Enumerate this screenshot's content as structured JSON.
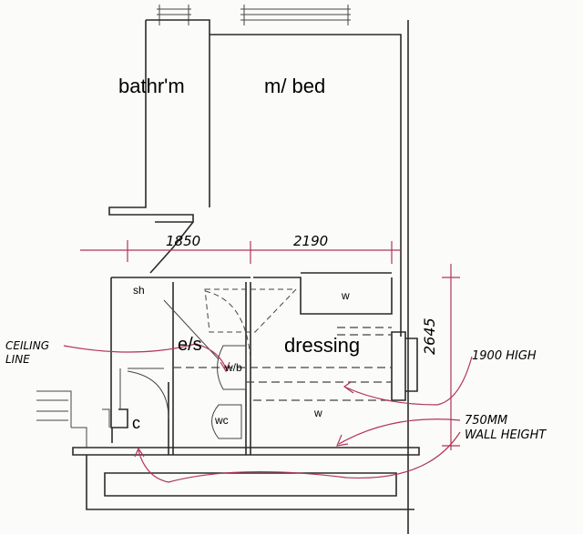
{
  "rooms": {
    "bathroom": "bathr'm",
    "master_bed": "m/ bed",
    "shower": "sh",
    "wardrobe_top": "w",
    "dressing": "dressing",
    "ensuite": "e/s",
    "wash_basin": "w/b",
    "wc": "wc",
    "cupboard": "c",
    "wardrobe_bottom": "w"
  },
  "dimensions": {
    "width_left": "1850",
    "width_right": "2190",
    "depth": "2645"
  },
  "annotations": {
    "ceiling_line_1": "CEILING",
    "ceiling_line_2": "LINE",
    "height_1900": "1900 HIGH",
    "wall_height_1": "750MM",
    "wall_height_2": "WALL HEIGHT"
  },
  "colors": {
    "ink": "#2a2a2a",
    "annotation": "#b0365a"
  }
}
